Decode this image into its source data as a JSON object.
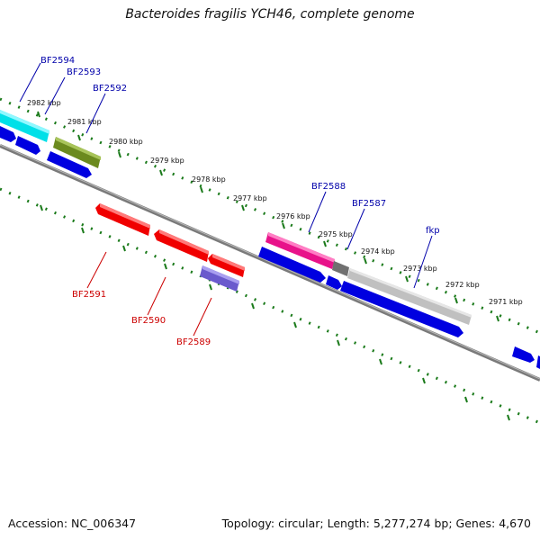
{
  "title": "Bacteroides fragilis YCH46, complete genome",
  "footer": {
    "accession": "Accession: NC_006347",
    "summary": "Topology: circular; Length: 5,277,274 bp; Genes: 4,670"
  },
  "colors": {
    "backbone": "#808080",
    "tick": "#1a7a1a",
    "forward_label": "#0000aa",
    "reverse_label": "#cc0000"
  },
  "ruler_labels": [
    "2982 kbp",
    "2981 kbp",
    "2980 kbp",
    "2979 kbp",
    "2978 kbp",
    "2977 kbp",
    "2976 kbp",
    "2975 kbp",
    "2974 kbp",
    "2973 kbp",
    "2972 kbp",
    "2971 kbp"
  ],
  "forward_genes": [
    "BF2594",
    "BF2593",
    "BF2592",
    "BF2588",
    "BF2587",
    "fkp"
  ],
  "reverse_genes": [
    "BF2591",
    "BF2590",
    "BF2589"
  ]
}
